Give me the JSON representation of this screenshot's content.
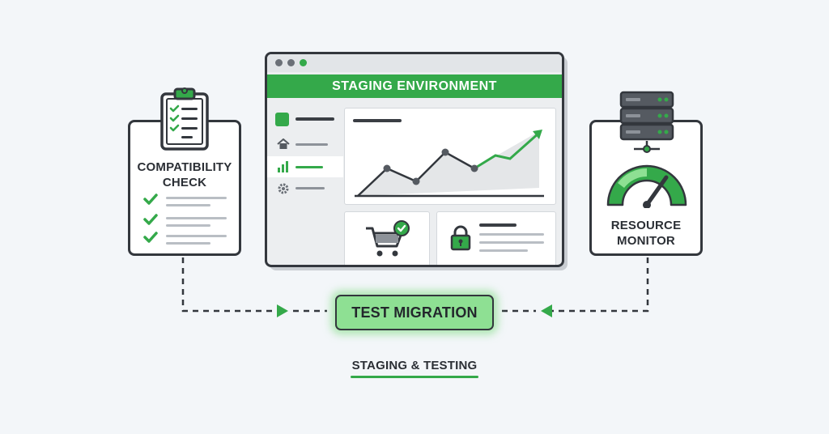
{
  "colors": {
    "accent_green": "#34a94a",
    "light_green": "#8ee093",
    "outline": "#33373d",
    "background": "#f3f6f9"
  },
  "compatibility_card": {
    "title_line1": "COMPATIBILITY",
    "title_line2": "CHECK",
    "icon": "clipboard-checklist-icon",
    "check_items": 3
  },
  "staging_window": {
    "title": "STAGING ENVIRONMENT",
    "sidebar_icons": [
      "app-logo-icon",
      "home-icon",
      "bar-chart-icon",
      "gear-icon"
    ],
    "bottom_panels": [
      "shopping-cart-check-icon",
      "padlock-icon"
    ]
  },
  "resource_card": {
    "title_line1": "RESOURCE",
    "title_line2": "MONITOR",
    "icons": [
      "server-rack-icon",
      "gauge-icon"
    ]
  },
  "test_migration_button": {
    "label": "TEST MIGRATION"
  },
  "caption": {
    "label": "STAGING & TESTING"
  }
}
